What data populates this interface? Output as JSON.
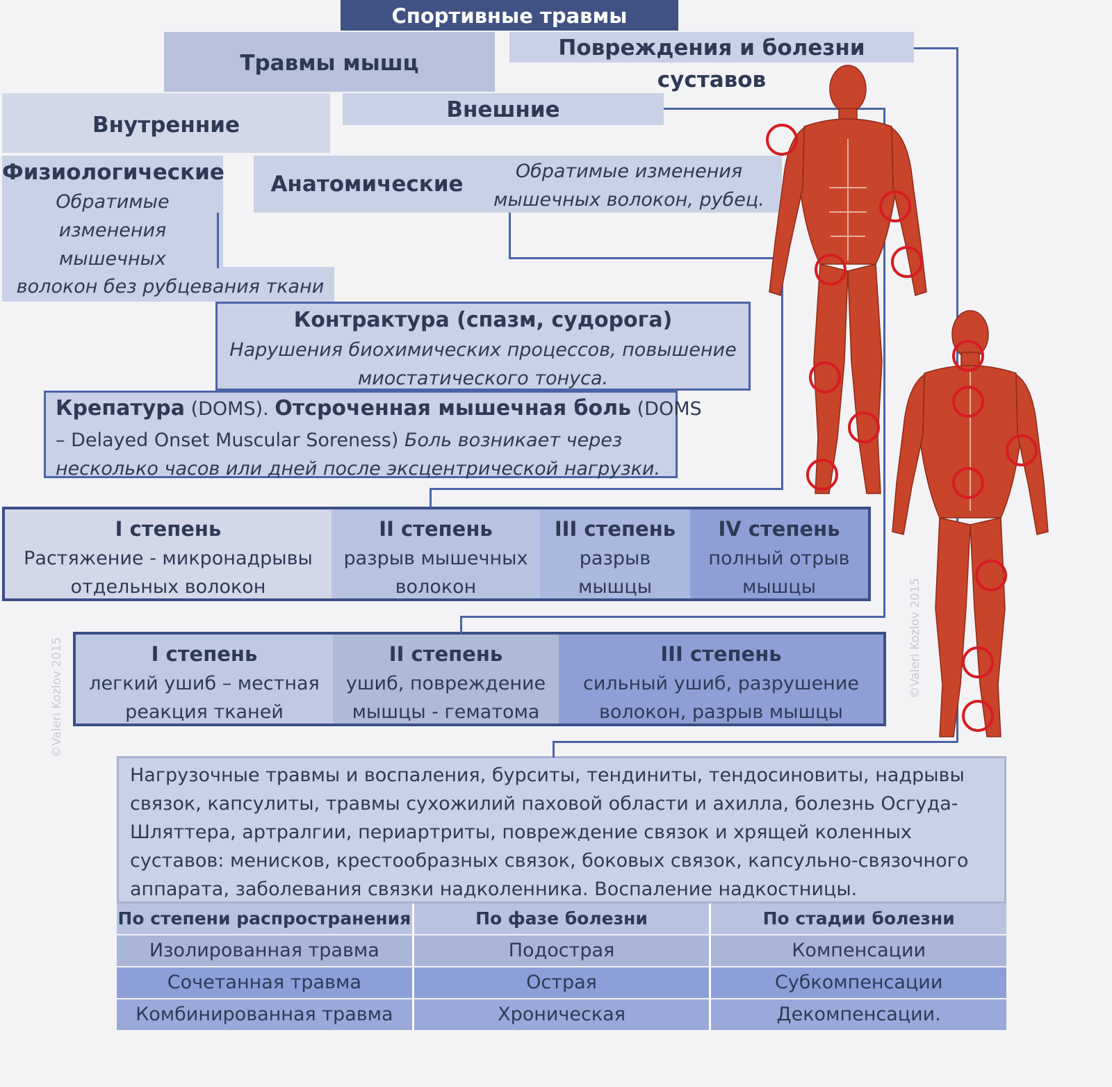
{
  "title": "Спортивные травмы",
  "muscle_injuries": "Травмы мышц",
  "joint_diseases": "Повреждения и болезни суставов",
  "internal": "Внутренние",
  "external": "Внешние",
  "physiological": {
    "title": "Физиологические",
    "desc_lines": [
      "Обратимые",
      "изменения",
      "мышечных",
      "волокон без рубцевания ткани"
    ]
  },
  "anatomical": {
    "title": "Анатомические",
    "desc_lines": [
      "Обратимые изменения",
      "мышечных волокон, рубец."
    ]
  },
  "contracture": {
    "title": "Контрактура (спазм, судорога)",
    "desc_lines": [
      "Нарушения биохимических процессов, повышение",
      "миостатического тонуса."
    ]
  },
  "krepatura": {
    "title_a": "Крепатура",
    "title_b": " (DOMS). ",
    "title_c": "Отсроченная мышечная боль",
    "title_d": " (DOMS",
    "line2_a": "– Delayed Onset Muscular Soreness) ",
    "line2_b": "Боль возникает через",
    "line3": "несколько часов или дней после эксцентрической нагрузки."
  },
  "sprain_grades": [
    {
      "title": "I степень",
      "lines": [
        "Растяжение - микронадрывы",
        "отдельных волокон"
      ]
    },
    {
      "title": "II степень",
      "lines": [
        "разрыв мышечных",
        "волокон"
      ]
    },
    {
      "title": "III степень",
      "lines": [
        "разрыв",
        "мышцы"
      ]
    },
    {
      "title": "IV степень",
      "lines": [
        "полный отрыв",
        "мышцы"
      ]
    }
  ],
  "bruise_grades": [
    {
      "title": "I степень",
      "lines": [
        "легкий ушиб – местная",
        "реакция тканей"
      ]
    },
    {
      "title": "II степень",
      "lines": [
        "ушиб, повреждение",
        "мышцы - гематома"
      ]
    },
    {
      "title": "III степень",
      "lines": [
        "сильный ушиб, разрушение",
        "волокон, разрыв мышцы"
      ]
    }
  ],
  "joint_desc_lines": [
    "Нагрузочные травмы и воспаления, бурситы, тендиниты, тендосиновиты, надрывы",
    "связок, капсулиты, травмы сухожилий паховой области и ахилла, болезнь Осгуда-",
    "Шляттера, артралгии, периартриты, повреждение связок и хрящей коленных",
    "суставов: менисков, крестообразных связок, боковых связок, капсульно-связочного",
    "аппарата, заболевания связки надколенника. Воспаление надкостницы."
  ],
  "classification": {
    "headers": [
      "По степени распространения",
      "По фазе болезни",
      "По стадии болезни"
    ],
    "rows": [
      [
        "Изолированная травма",
        "Подострая",
        "Компенсации"
      ],
      [
        "Сочетанная травма",
        "Острая",
        "Субкомпенсации"
      ],
      [
        "Комбинированная травма",
        "Хроническая",
        "Декомпенсации."
      ]
    ]
  },
  "watermark": "©Valeri Kozlov 2015",
  "colors": {
    "title_bg": "#3f5283",
    "box_light": "#c9d1e6",
    "box_mid": "#b3bfdc",
    "grade_dark": "#8f9fd6",
    "border": "#3a4f88",
    "muscle": "#c8442a",
    "joint_marker": "#d61c22"
  }
}
